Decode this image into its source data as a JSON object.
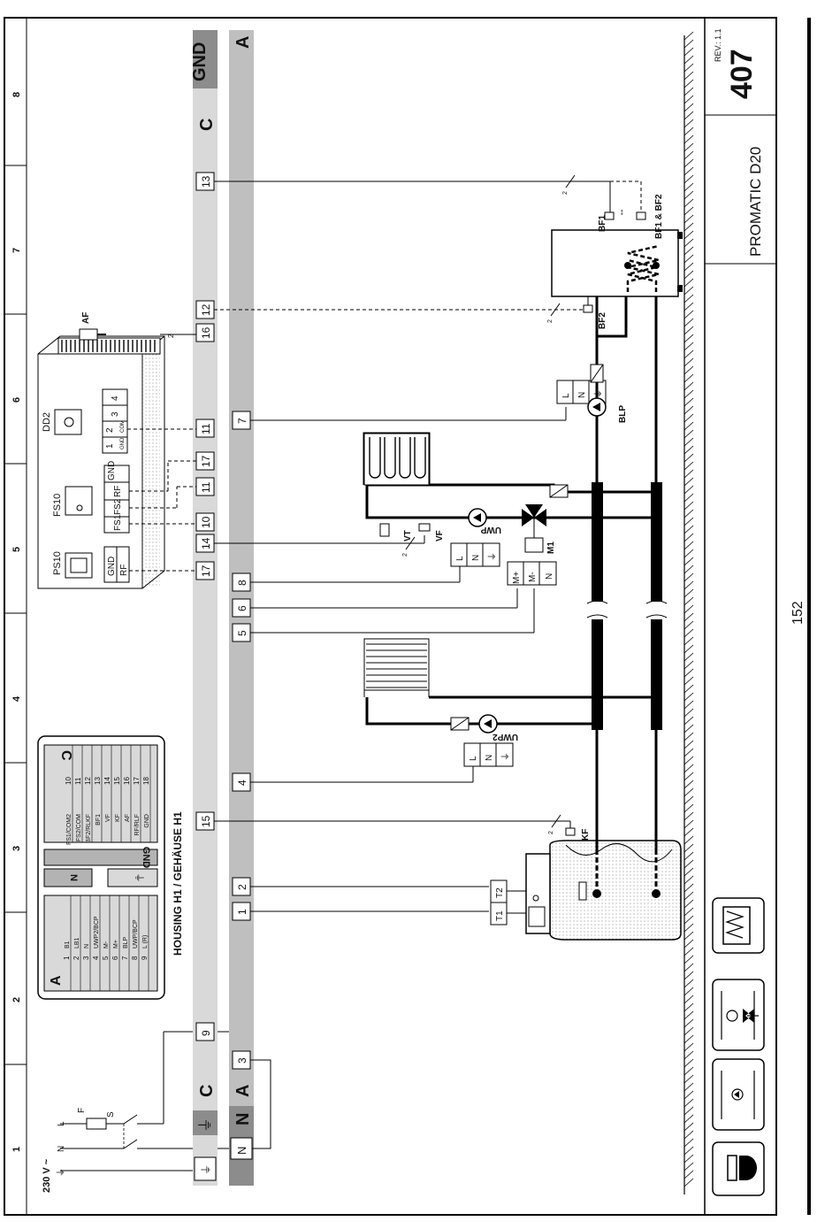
{
  "grid_numbers": [
    "1",
    "2",
    "3",
    "4",
    "5",
    "6",
    "7",
    "8"
  ],
  "rev": "REV.: 1.1",
  "number": "407",
  "model": "PROMATIC D20",
  "page": "152",
  "housing_title": "HOUSING H1 / GEHÄUSE H1",
  "supply": "230 V ~",
  "rails": {
    "C": "C",
    "GND": "GND",
    "A": "A",
    "N": "N",
    "earth": "⏚"
  },
  "power": {
    "L": "L",
    "N": "N",
    "F": "F",
    "S": "S"
  },
  "c_terminals": [
    "9",
    "15",
    "17",
    "14",
    "10",
    "11",
    "17",
    "11",
    "16",
    "12",
    "13"
  ],
  "a_terminals": [
    "3",
    "1",
    "2",
    "4",
    "5",
    "6",
    "8",
    "7"
  ],
  "n_terminal": "N",
  "legend_a": {
    "header": "A",
    "rows": [
      {
        "no": "1",
        "label": "B1"
      },
      {
        "no": "2",
        "label": "LB1"
      },
      {
        "no": "3",
        "label": "N"
      },
      {
        "no": "4",
        "label": "UWP2/BCP"
      },
      {
        "no": "5",
        "label": "M-"
      },
      {
        "no": "6",
        "label": "M+"
      },
      {
        "no": "7",
        "label": "BLP"
      },
      {
        "no": "8",
        "label": "UWP/BCP"
      },
      {
        "no": "9",
        "label": "L (R)"
      }
    ]
  },
  "legend_mid": {
    "gnd": "GND",
    "n": "N",
    "earth": "⏚"
  },
  "legend_c": {
    "header": "C",
    "rows": [
      {
        "label": "FS1/COM2",
        "no": "10"
      },
      {
        "label": "FS2/COM",
        "no": "11"
      },
      {
        "label": "BF2/RLKF",
        "no": "12"
      },
      {
        "label": "BF1",
        "no": "13"
      },
      {
        "label": "VF",
        "no": "14"
      },
      {
        "label": "KF",
        "no": "15"
      },
      {
        "label": "AF",
        "no": "16"
      },
      {
        "label": "RF/RLF",
        "no": "17"
      },
      {
        "label": "GND",
        "no": "18"
      }
    ]
  },
  "devices": {
    "ps10": {
      "name": "PS10",
      "t1": "GND",
      "t2": "RF"
    },
    "fs10": {
      "name": "FS10",
      "t1": "GND",
      "t2": "RF",
      "t3": "FS2",
      "t4": "FS1"
    },
    "dd2": {
      "name": "DD2",
      "t1": "4",
      "t2": "3",
      "t3": "2",
      "t4": "1",
      "sub_com": "COM",
      "sub_gnd": "GND"
    },
    "af": "AF"
  },
  "labels": {
    "uwp": "UWP",
    "uwp2": "UWP2",
    "blp": "BLP",
    "vf": "VF",
    "vt": "VT",
    "m1": "M1",
    "kf": "KF",
    "bf1": "BF1",
    "bf2": "BF2",
    "bf12": "BF1 & BF2",
    "t1": "T1",
    "t2": "T2",
    "two": "2",
    "mplus": "M+",
    "mminus": "M-",
    "n": "N",
    "l": "L"
  }
}
